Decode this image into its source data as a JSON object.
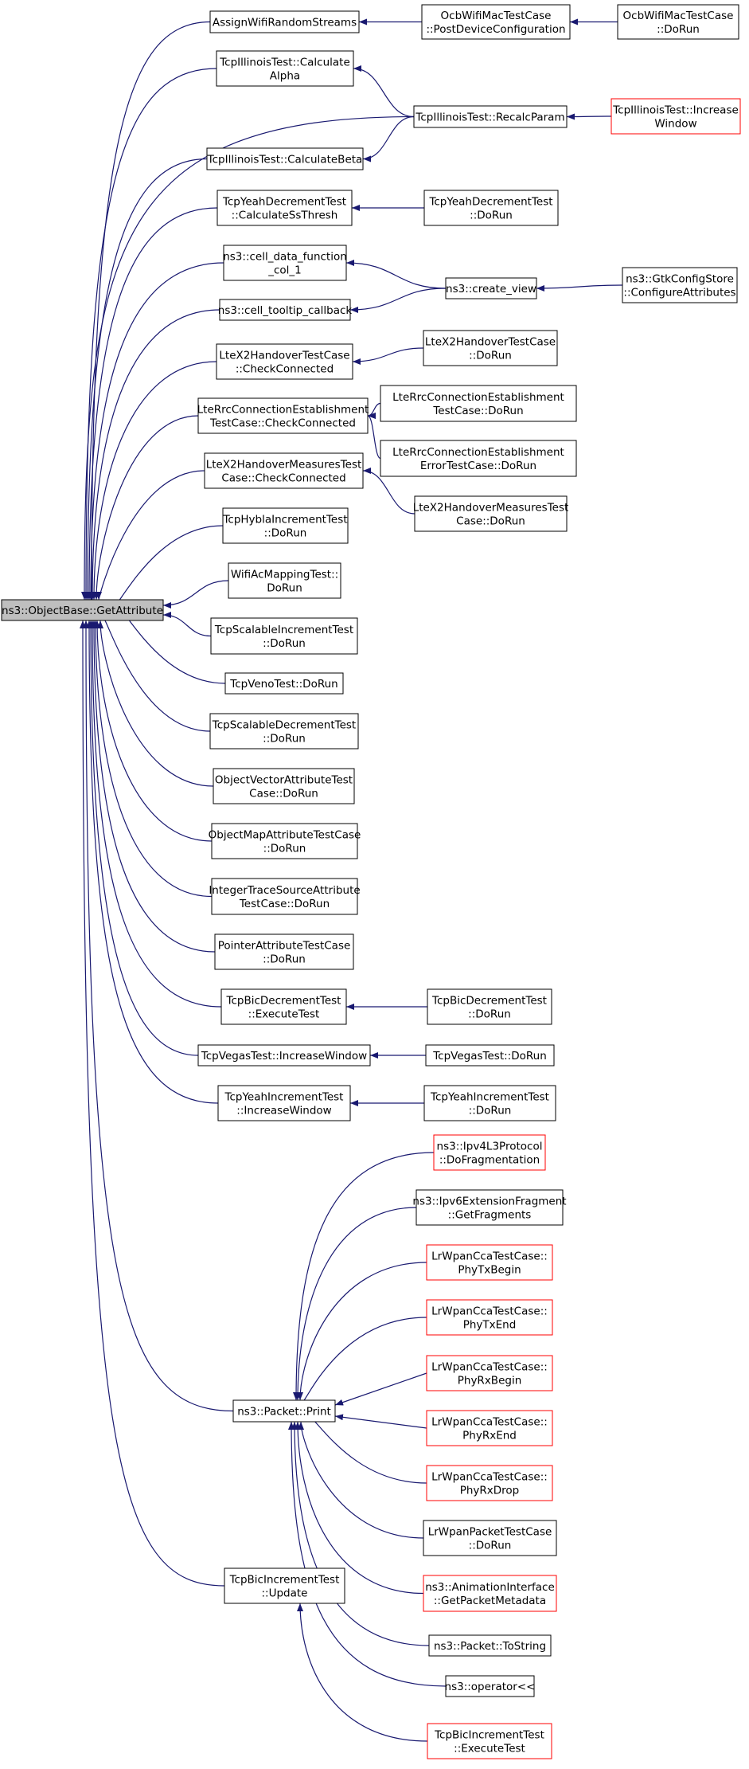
{
  "colors": {
    "edge": "#191970",
    "node_border": "#000000",
    "node_border_missing": "#ff0000",
    "node_fill": "#ffffff",
    "root_fill": "#bfbfbf"
  },
  "root": {
    "id": "root",
    "lines": [
      "ns3::ObjectBase::GetAttribute"
    ]
  },
  "nodes": [
    {
      "id": "assignwifi",
      "lines": [
        "AssignWifiRandomStreams"
      ]
    },
    {
      "id": "ocb_post",
      "lines": [
        "OcbWifiMacTestCase",
        "::PostDeviceConfiguration"
      ]
    },
    {
      "id": "ocb_dorun",
      "lines": [
        "OcbWifiMacTestCase",
        "::DoRun"
      ]
    },
    {
      "id": "ill_alpha",
      "lines": [
        "TcpIllinoisTest::Calculate",
        "Alpha"
      ]
    },
    {
      "id": "ill_recalc",
      "lines": [
        "TcpIllinoisTest::RecalcParam"
      ]
    },
    {
      "id": "ill_incr",
      "lines": [
        "TcpIllinoisTest::Increase",
        "Window"
      ],
      "missing": true
    },
    {
      "id": "ill_beta",
      "lines": [
        "TcpIllinoisTest::CalculateBeta"
      ]
    },
    {
      "id": "yeahdec_ss",
      "lines": [
        "TcpYeahDecrementTest",
        "::CalculateSsThresh"
      ]
    },
    {
      "id": "yeahdec_dorun",
      "lines": [
        "TcpYeahDecrementTest",
        "::DoRun"
      ]
    },
    {
      "id": "cell_data",
      "lines": [
        "ns3::cell_data_function",
        "_col_1"
      ]
    },
    {
      "id": "create_view",
      "lines": [
        "ns3::create_view"
      ]
    },
    {
      "id": "gtk",
      "lines": [
        "ns3::GtkConfigStore",
        "::ConfigureAttributes"
      ]
    },
    {
      "id": "cell_tooltip",
      "lines": [
        "ns3::cell_tooltip_callback"
      ]
    },
    {
      "id": "ltex2_check",
      "lines": [
        "LteX2HandoverTestCase",
        "::CheckConnected"
      ]
    },
    {
      "id": "ltex2_dorun",
      "lines": [
        "LteX2HandoverTestCase",
        "::DoRun"
      ]
    },
    {
      "id": "lterrc_check",
      "lines": [
        "LteRrcConnectionEstablishment",
        "TestCase::CheckConnected"
      ]
    },
    {
      "id": "lterrc_dorun",
      "lines": [
        "LteRrcConnectionEstablishment",
        "TestCase::DoRun"
      ]
    },
    {
      "id": "lterrc_err",
      "lines": [
        "LteRrcConnectionEstablishment",
        "ErrorTestCase::DoRun"
      ]
    },
    {
      "id": "ltex2m_check",
      "lines": [
        "LteX2HandoverMeasuresTest",
        "Case::CheckConnected"
      ]
    },
    {
      "id": "ltex2m_dorun",
      "lines": [
        "LteX2HandoverMeasuresTest",
        "Case::DoRun"
      ]
    },
    {
      "id": "hybla",
      "lines": [
        "TcpHyblaIncrementTest",
        "::DoRun"
      ]
    },
    {
      "id": "wifiac",
      "lines": [
        "WifiAcMappingTest::",
        "DoRun"
      ]
    },
    {
      "id": "scal_inc",
      "lines": [
        "TcpScalableIncrementTest",
        "::DoRun"
      ]
    },
    {
      "id": "veno",
      "lines": [
        "TcpVenoTest::DoRun"
      ]
    },
    {
      "id": "scal_dec",
      "lines": [
        "TcpScalableDecrementTest",
        "::DoRun"
      ]
    },
    {
      "id": "objvec",
      "lines": [
        "ObjectVectorAttributeTest",
        "Case::DoRun"
      ]
    },
    {
      "id": "objmap",
      "lines": [
        "ObjectMapAttributeTestCase",
        "::DoRun"
      ]
    },
    {
      "id": "inttrace",
      "lines": [
        "IntegerTraceSourceAttribute",
        "TestCase::DoRun"
      ]
    },
    {
      "id": "pointer",
      "lines": [
        "PointerAttributeTestCase",
        "::DoRun"
      ]
    },
    {
      "id": "bicdec_exec",
      "lines": [
        "TcpBicDecrementTest",
        "::ExecuteTest"
      ]
    },
    {
      "id": "bicdec_dorun",
      "lines": [
        "TcpBicDecrementTest",
        "::DoRun"
      ]
    },
    {
      "id": "vegas_incr",
      "lines": [
        "TcpVegasTest::IncreaseWindow"
      ]
    },
    {
      "id": "vegas_dorun",
      "lines": [
        "TcpVegasTest::DoRun"
      ]
    },
    {
      "id": "yeahinc_incr",
      "lines": [
        "TcpYeahIncrementTest",
        "::IncreaseWindow"
      ]
    },
    {
      "id": "yeahinc_dorun",
      "lines": [
        "TcpYeahIncrementTest",
        "::DoRun"
      ]
    },
    {
      "id": "packet_print",
      "lines": [
        "ns3::Packet::Print"
      ]
    },
    {
      "id": "ipv4frag",
      "lines": [
        "ns3::Ipv4L3Protocol",
        "::DoFragmentation"
      ],
      "missing": true
    },
    {
      "id": "ipv6frag",
      "lines": [
        "ns3::Ipv6ExtensionFragment",
        "::GetFragments"
      ]
    },
    {
      "id": "lr_txbegin",
      "lines": [
        "LrWpanCcaTestCase::",
        "PhyTxBegin"
      ],
      "missing": true
    },
    {
      "id": "lr_txend",
      "lines": [
        "LrWpanCcaTestCase::",
        "PhyTxEnd"
      ],
      "missing": true
    },
    {
      "id": "lr_rxbegin",
      "lines": [
        "LrWpanCcaTestCase::",
        "PhyRxBegin"
      ],
      "missing": true
    },
    {
      "id": "lr_rxend",
      "lines": [
        "LrWpanCcaTestCase::",
        "PhyRxEnd"
      ],
      "missing": true
    },
    {
      "id": "lr_rxdrop",
      "lines": [
        "LrWpanCcaTestCase::",
        "PhyRxDrop"
      ],
      "missing": true
    },
    {
      "id": "lr_packet",
      "lines": [
        "LrWpanPacketTestCase",
        "::DoRun"
      ]
    },
    {
      "id": "anim",
      "lines": [
        "ns3::AnimationInterface",
        "::GetPacketMetadata"
      ],
      "missing": true
    },
    {
      "id": "tostring",
      "lines": [
        "ns3::Packet::ToString"
      ]
    },
    {
      "id": "operator",
      "lines": [
        "ns3::operator<<"
      ]
    },
    {
      "id": "bicinc_update",
      "lines": [
        "TcpBicIncrementTest",
        "::Update"
      ]
    },
    {
      "id": "bicinc_exec",
      "lines": [
        "TcpBicIncrementTest",
        "::ExecuteTest"
      ],
      "missing": true
    }
  ],
  "edges": [
    [
      "assignwifi",
      "root"
    ],
    [
      "ocb_post",
      "assignwifi"
    ],
    [
      "ocb_dorun",
      "ocb_post"
    ],
    [
      "ill_alpha",
      "root"
    ],
    [
      "ill_recalc",
      "ill_alpha"
    ],
    [
      "ill_recalc",
      "root"
    ],
    [
      "ill_recalc",
      "ill_beta"
    ],
    [
      "ill_incr",
      "ill_recalc"
    ],
    [
      "ill_beta",
      "root"
    ],
    [
      "yeahdec_ss",
      "root"
    ],
    [
      "yeahdec_dorun",
      "yeahdec_ss"
    ],
    [
      "cell_data",
      "root"
    ],
    [
      "create_view",
      "cell_data"
    ],
    [
      "create_view",
      "cell_tooltip"
    ],
    [
      "gtk",
      "create_view"
    ],
    [
      "cell_tooltip",
      "root"
    ],
    [
      "ltex2_check",
      "root"
    ],
    [
      "ltex2_dorun",
      "ltex2_check"
    ],
    [
      "lterrc_check",
      "root"
    ],
    [
      "lterrc_dorun",
      "lterrc_check"
    ],
    [
      "lterrc_err",
      "lterrc_check"
    ],
    [
      "ltex2m_check",
      "root"
    ],
    [
      "ltex2m_dorun",
      "ltex2m_check"
    ],
    [
      "hybla",
      "root"
    ],
    [
      "wifiac",
      "root"
    ],
    [
      "scal_inc",
      "root"
    ],
    [
      "veno",
      "root"
    ],
    [
      "scal_dec",
      "root"
    ],
    [
      "objvec",
      "root"
    ],
    [
      "objmap",
      "root"
    ],
    [
      "inttrace",
      "root"
    ],
    [
      "pointer",
      "root"
    ],
    [
      "bicdec_exec",
      "root"
    ],
    [
      "bicdec_dorun",
      "bicdec_exec"
    ],
    [
      "vegas_incr",
      "root"
    ],
    [
      "vegas_dorun",
      "vegas_incr"
    ],
    [
      "yeahinc_incr",
      "root"
    ],
    [
      "yeahinc_dorun",
      "yeahinc_incr"
    ],
    [
      "packet_print",
      "root"
    ],
    [
      "ipv4frag",
      "packet_print"
    ],
    [
      "ipv6frag",
      "packet_print"
    ],
    [
      "lr_txbegin",
      "packet_print"
    ],
    [
      "lr_txend",
      "packet_print"
    ],
    [
      "lr_rxbegin",
      "packet_print"
    ],
    [
      "lr_rxend",
      "packet_print"
    ],
    [
      "lr_rxdrop",
      "packet_print"
    ],
    [
      "lr_packet",
      "packet_print"
    ],
    [
      "anim",
      "packet_print"
    ],
    [
      "tostring",
      "packet_print"
    ],
    [
      "operator",
      "packet_print"
    ],
    [
      "bicinc_update",
      "root"
    ],
    [
      "bicinc_exec",
      "bicinc_update"
    ]
  ]
}
